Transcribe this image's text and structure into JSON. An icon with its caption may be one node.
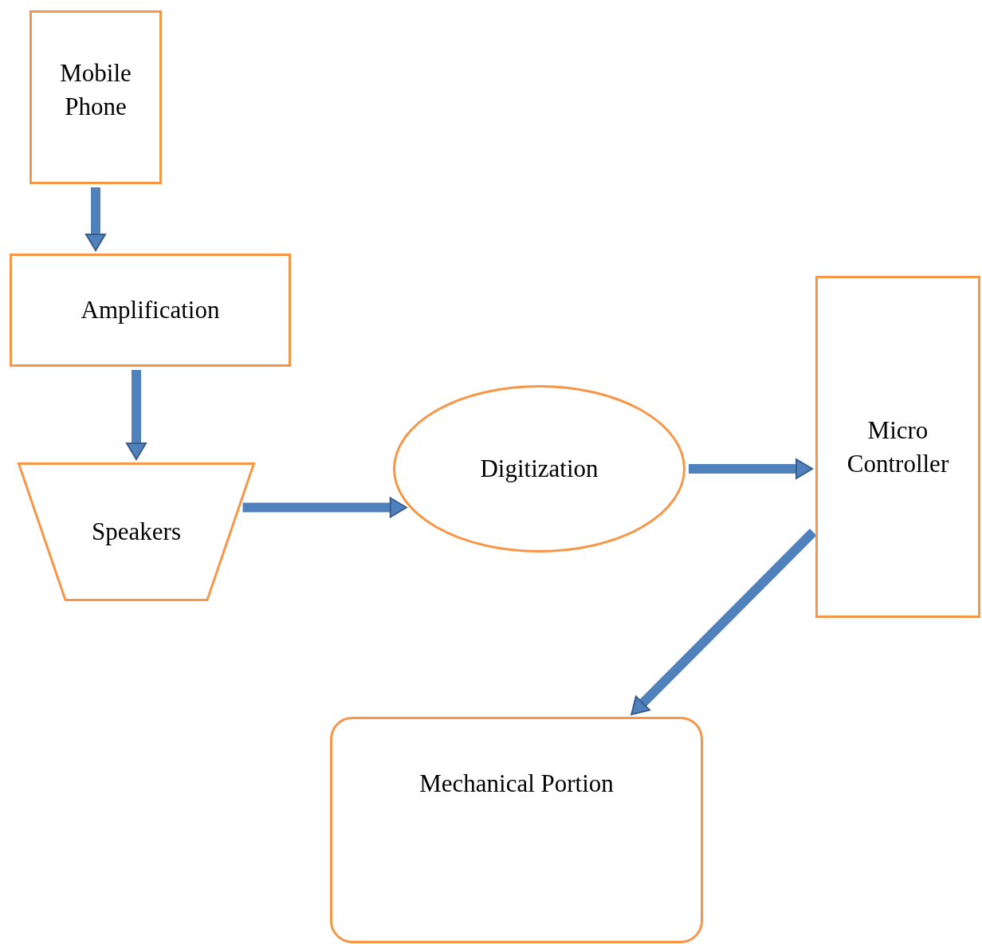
{
  "diagram": {
    "nodes": [
      {
        "text": [
          "Mobile Phone"
        ]
      },
      {
        "text": [
          "Amplification"
        ]
      },
      {
        "text": [
          "Speakers"
        ]
      },
      {
        "text": [
          "Digitization"
        ]
      },
      {
        "text": [
          "Micro Controller"
        ]
      },
      {
        "text": [
          "Mechanical Portion"
        ]
      }
    ],
    "edges": [
      {
        "from": 0,
        "to": 1,
        "arrow": "to"
      },
      {
        "from": 1,
        "to": 2,
        "arrow": "to"
      },
      {
        "from": 2,
        "to": 3,
        "arrow": "to"
      },
      {
        "from": 3,
        "to": 4,
        "arrow": "to"
      },
      {
        "from": 4,
        "to": 5,
        "arrow": "to"
      }
    ]
  }
}
